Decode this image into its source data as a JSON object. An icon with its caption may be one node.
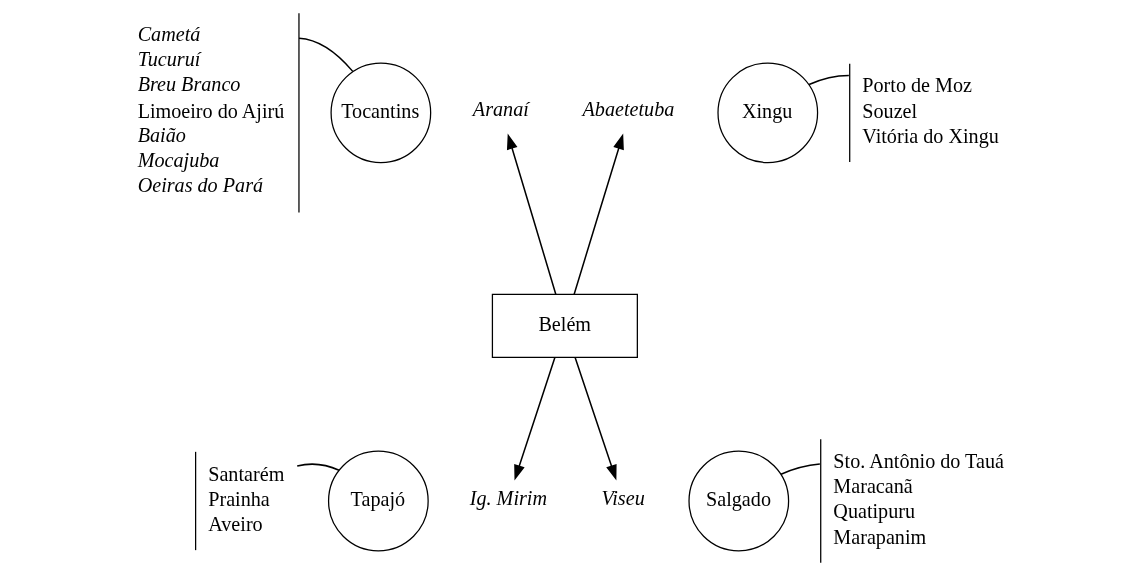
{
  "diagram": {
    "nodes": [
      {
        "text": [
          "Cametá",
          "Tucuruí",
          "Breu Branco",
          "Limoeiro do Ajirú",
          "Baião",
          "Mocajuba",
          "Oeiras do Pará"
        ]
      },
      {
        "text": [
          "Tocantins"
        ]
      },
      {
        "text": [
          "Aranaí"
        ]
      },
      {
        "text": [
          "Abaetetuba"
        ]
      },
      {
        "text": [
          "Xingu"
        ]
      },
      {
        "text": [
          "Porto de Moz",
          "Souzel",
          "Vitória do Xingu"
        ]
      },
      {
        "text": [
          "Belém"
        ]
      },
      {
        "text": [
          "Santarém",
          "Prainha",
          "Aveiro"
        ]
      },
      {
        "text": [
          "Tapajó"
        ]
      },
      {
        "text": [
          "Ig. Mirim"
        ]
      },
      {
        "text": [
          "Viseu"
        ]
      },
      {
        "text": [
          "Salgado"
        ]
      },
      {
        "text": [
          "Sto. Antônio do Tauá",
          "Maracanã",
          "Quatipuru",
          "Marapanim"
        ]
      }
    ],
    "edges": [
      {
        "from": 6,
        "to": 2,
        "arrow": "to"
      },
      {
        "from": 6,
        "to": 3,
        "arrow": "to"
      },
      {
        "from": 6,
        "to": 9,
        "arrow": "to"
      },
      {
        "from": 6,
        "to": 10,
        "arrow": "to"
      },
      {
        "from": 1,
        "to": 0,
        "arrow": "none"
      },
      {
        "from": 4,
        "to": 5,
        "arrow": "none"
      },
      {
        "from": 8,
        "to": 7,
        "arrow": "none"
      },
      {
        "from": 11,
        "to": 12,
        "arrow": "none"
      }
    ]
  }
}
